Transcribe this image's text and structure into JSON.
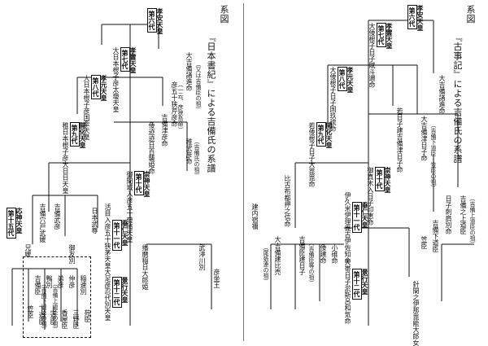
{
  "left": {
    "kicker": "系図",
    "title": "『日本書紀』による吉備氏の系譜",
    "nodes": [
      "第六代",
      "孝安天皇",
      "大吉備諸進命",
      "稚武彦命",
      "第七代",
      "孝霊天皇",
      "大日本根子彦太瓊天皇",
      "彦五十狭芹彦命",
      "吉備津彦命",
      "第八代",
      "孝元天皇",
      "大日本根子彦国牽天皇",
      "倭迹迹日百襲姫命",
      "第九代",
      "開化天皇",
      "稚日本根子彦大日日天皇",
      "第十代",
      "崇神天皇",
      "御間城入彦五十瓊殖天皇",
      "第十一代",
      "垂仁天皇",
      "活目入彦五十狭茅天皇",
      "第十二代",
      "景行天皇",
      "大足彦忍代別天皇",
      "日本武尊",
      "吉備武彦",
      "吉備穴戸武媛",
      "御友別",
      "稲速別",
      "仲彦",
      "弟彦",
      "鴨別",
      "第十五代",
      "応神天皇",
      "兄媛",
      "吉備臣",
      "笠臣",
      "下道臣",
      "上道臣",
      "香屋臣",
      "三野臣",
      "苑臣",
      "武渟川別",
      "彦坐王",
      "播磨稲日大郎姫"
    ],
    "notes": [
      "（又は吉備臣の祖）",
      "（一云、彦狭島命）",
      "（吉備氏の祖）",
      "（吉備上道臣の祖）",
      "（吉備下道臣の祖）"
    ]
  },
  "right": {
    "kicker": "系図",
    "title": "『古事記』による吉備氏の系譜",
    "nodes": [
      "第六代",
      "孝安天皇",
      "大吉備諸進命",
      "第七代",
      "孝霊天皇",
      "大倭根子日子賦斗邇命",
      "大吉備津日子命",
      "若日子建吉備津日子命",
      "第八代",
      "孝元天皇",
      "大倭根子日子国玖琉命",
      "第九代",
      "開化天皇",
      "若倭根子日子大毘毘命",
      "第十代",
      "崇神天皇",
      "御真木入日子印恵命",
      "第十一代",
      "垂仁天皇",
      "伊久米伊理毘古伊佐知命",
      "第十二代",
      "景行天皇",
      "大帯日子淤斯呂和気命",
      "針間之伊那毘能大郎女",
      "小碓命",
      "倭建命",
      "吉備臣建日子",
      "大吉備建比売",
      "建内宿禰",
      "比古布都押之信命",
      "日子刺肩別命",
      "吉備之上道臣",
      "吉備下道臣",
      "笠臣"
    ],
    "notes": [
      "（吉備上道臣の祖）",
      "（吉備下道臣・笠臣の祖）",
      "（吉備臣等の祖）",
      "（尾張連の祖）"
    ]
  }
}
